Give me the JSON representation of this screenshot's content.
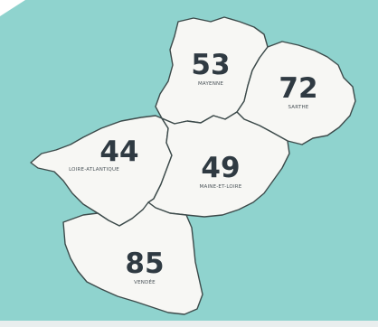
{
  "map": {
    "sea_color": "#8fd3ce",
    "land_color": "#f7f7f4",
    "border_color": "#3c4a4a"
  },
  "departments": [
    {
      "number": "53",
      "name": "MAYENNE"
    },
    {
      "number": "72",
      "name": "SARTHE"
    },
    {
      "number": "44",
      "name": "LOIRE-ATLANTIQUE"
    },
    {
      "number": "49",
      "name": "MAINE-ET-LOIRE"
    },
    {
      "number": "85",
      "name": "VENDÉE"
    }
  ]
}
